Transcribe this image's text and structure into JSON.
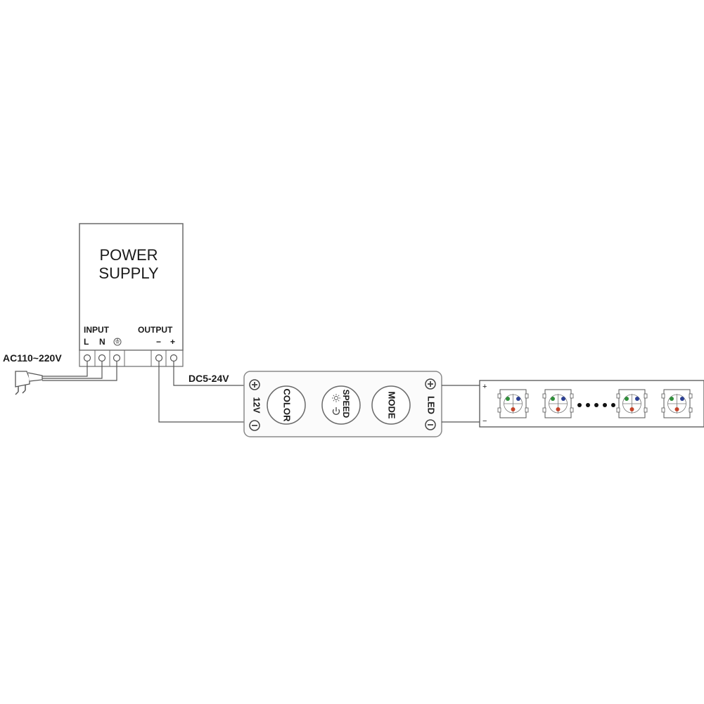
{
  "power_supply": {
    "title_line1": "POWER",
    "title_line2": "SUPPLY",
    "input_label": "INPUT",
    "output_label": "OUTPUT",
    "terminal_L": "L",
    "terminal_N": "N",
    "terminal_minus": "−",
    "terminal_plus": "+"
  },
  "ac_input_label": "AC110~220V",
  "dc_label": "DC5-24V",
  "controller": {
    "input_voltage": "12V",
    "output_label": "LED",
    "buttons": {
      "color": "COLOR",
      "speed": "SPEED",
      "mode": "MODE"
    },
    "plus_symbol": "+",
    "minus_symbol": "−"
  },
  "led_strip": {
    "plus_symbol": "+",
    "minus_symbol": "−",
    "led_colors": {
      "green": "#2f8f3a",
      "blue": "#2b3f93",
      "red": "#c5452b"
    }
  }
}
